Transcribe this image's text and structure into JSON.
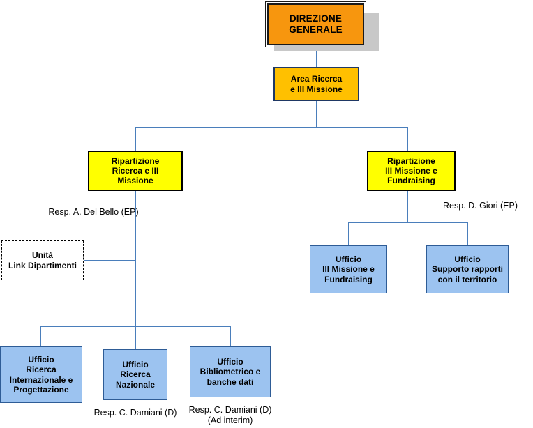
{
  "chart_data": {
    "type": "diagram",
    "title": "Area Ricerca e III Missione - Organigramma",
    "nodes": [
      {
        "id": "direzione-generale",
        "label": "DIREZIONE\nGENERALE",
        "level": 0,
        "style": "orange-shadow"
      },
      {
        "id": "area-ricerca",
        "label": "Area Ricerca\ne III Missione",
        "level": 1,
        "style": "amber"
      },
      {
        "id": "ripartizione-ricerca",
        "label": "Ripartizione\nRicerca e III\nMissione",
        "level": 2,
        "style": "yellow"
      },
      {
        "id": "ripartizione-fundraising",
        "label": "Ripartizione\nIII Missione e\nFundraising",
        "level": 2,
        "style": "yellow"
      },
      {
        "id": "unita-link-dipartimenti",
        "label": "Unità\nLink Dipartimenti",
        "level": 3,
        "style": "dashed"
      },
      {
        "id": "ufficio-iii-missione-fundraising",
        "label": "Ufficio\nIII Missione e\nFundraising",
        "level": 3,
        "style": "blue"
      },
      {
        "id": "ufficio-supporto-territorio",
        "label": "Ufficio\nSupporto rapporti\ncon il territorio",
        "level": 3,
        "style": "blue"
      },
      {
        "id": "ufficio-ricerca-internazionale",
        "label": "Ufficio\nRicerca\nInternazionale e\nProgettazione",
        "level": 3,
        "style": "blue"
      },
      {
        "id": "ufficio-ricerca-nazionale",
        "label": "Ufficio\nRicerca\nNazionale",
        "level": 3,
        "style": "blue"
      },
      {
        "id": "ufficio-bibliometrico",
        "label": "Ufficio\nBibliometrico e\nbanche dati",
        "level": 3,
        "style": "blue"
      }
    ],
    "captions": [
      {
        "id": "resp-del-bello",
        "text": "Resp. A. Del Bello (EP)",
        "for": "ripartizione-ricerca"
      },
      {
        "id": "resp-giori",
        "text": "Resp. D. Giori (EP)",
        "for": "ripartizione-fundraising"
      },
      {
        "id": "resp-damiani-nazionale",
        "text": "Resp. C. Damiani (D)",
        "for": "ufficio-ricerca-nazionale"
      },
      {
        "id": "resp-damiani-bibliometrico",
        "text": "Resp. C. Damiani (D)\n(Ad interim)",
        "for": "ufficio-bibliometrico"
      }
    ],
    "edges": [
      {
        "from": "direzione-generale",
        "to": "area-ricerca"
      },
      {
        "from": "area-ricerca",
        "to": "ripartizione-ricerca"
      },
      {
        "from": "area-ricerca",
        "to": "ripartizione-fundraising"
      },
      {
        "from": "ripartizione-ricerca",
        "to": "unita-link-dipartimenti"
      },
      {
        "from": "ripartizione-ricerca",
        "to": "ufficio-ricerca-internazionale"
      },
      {
        "from": "ripartizione-ricerca",
        "to": "ufficio-ricerca-nazionale"
      },
      {
        "from": "ripartizione-ricerca",
        "to": "ufficio-bibliometrico"
      },
      {
        "from": "ripartizione-fundraising",
        "to": "ufficio-iii-missione-fundraising"
      },
      {
        "from": "ripartizione-fundraising",
        "to": "ufficio-supporto-territorio"
      }
    ],
    "colors": {
      "root_fill": "#F7960E",
      "root_border": "#1a1a1a",
      "root_shadow": "#C8C8C8",
      "amber_fill": "#FFC000",
      "amber_border": "#1F3864",
      "yellow_fill": "#FFFF00",
      "yellow_border": "#000000",
      "blue_fill": "#9CC3F0",
      "blue_border": "#2E5C96",
      "dashed_fill": "#FFFFFF",
      "dashed_border": "#000000",
      "connector": "#4A7EBB",
      "text": "#000000"
    }
  },
  "boxes": {
    "direzione_generale": "DIREZIONE\nGENERALE",
    "area_ricerca": "Area Ricerca\ne III Missione",
    "ripartizione_ricerca": "Ripartizione\nRicerca e III\nMissione",
    "ripartizione_fundraising": "Ripartizione\nIII Missione e\nFundraising",
    "unita_link_dipartimenti": "Unità\nLink Dipartimenti",
    "ufficio_iii_missione_fundraising": "Ufficio\nIII Missione e\nFundraising",
    "ufficio_supporto_territorio": "Ufficio\nSupporto rapporti\ncon il territorio",
    "ufficio_ricerca_internazionale": "Ufficio\nRicerca\nInternazionale e\nProgettazione",
    "ufficio_ricerca_nazionale": "Ufficio\nRicerca\nNazionale",
    "ufficio_bibliometrico": "Ufficio\nBibliometrico e\nbanche dati"
  },
  "captions": {
    "resp_del_bello": "Resp. A. Del Bello (EP)",
    "resp_giori": "Resp. D. Giori (EP)",
    "resp_damiani_nazionale": "Resp. C. Damiani (D)",
    "resp_damiani_bibliometrico": "Resp. C. Damiani (D)\n(Ad interim)"
  }
}
